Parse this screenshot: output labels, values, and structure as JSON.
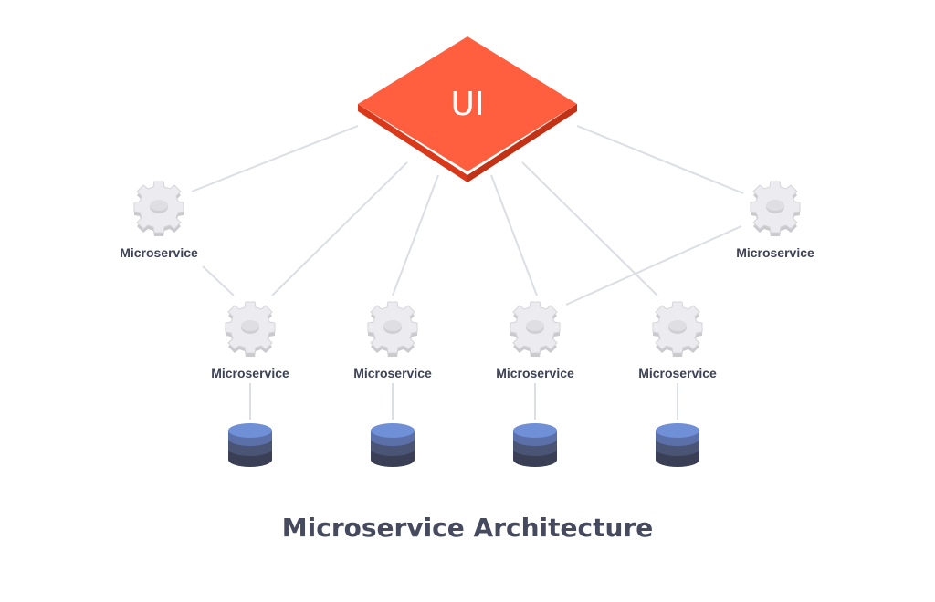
{
  "diagram": {
    "title": "Microservice Architecture",
    "ui_node": {
      "label": "UI",
      "color": "#ff5f3f"
    },
    "microservices": [
      {
        "id": "ms-1",
        "label": "Microservice"
      },
      {
        "id": "ms-2",
        "label": "Microservice"
      },
      {
        "id": "ms-3",
        "label": "Microservice"
      },
      {
        "id": "ms-4",
        "label": "Microservice"
      },
      {
        "id": "ms-5",
        "label": "Microservice"
      },
      {
        "id": "ms-6",
        "label": "Microservice"
      }
    ],
    "databases": [
      {
        "id": "db-1"
      },
      {
        "id": "db-2"
      },
      {
        "id": "db-3"
      },
      {
        "id": "db-4"
      }
    ],
    "colors": {
      "accent": "#ff5f3f",
      "gear": "#e4e4e8",
      "connector": "#dcdee6",
      "db_top": "#6f8fd6",
      "db_layers": [
        "#5b6fa8",
        "#4a5474",
        "#3a3f55"
      ],
      "text": "#3d4256"
    },
    "icons": [
      "gear-icon",
      "database-icon"
    ]
  }
}
